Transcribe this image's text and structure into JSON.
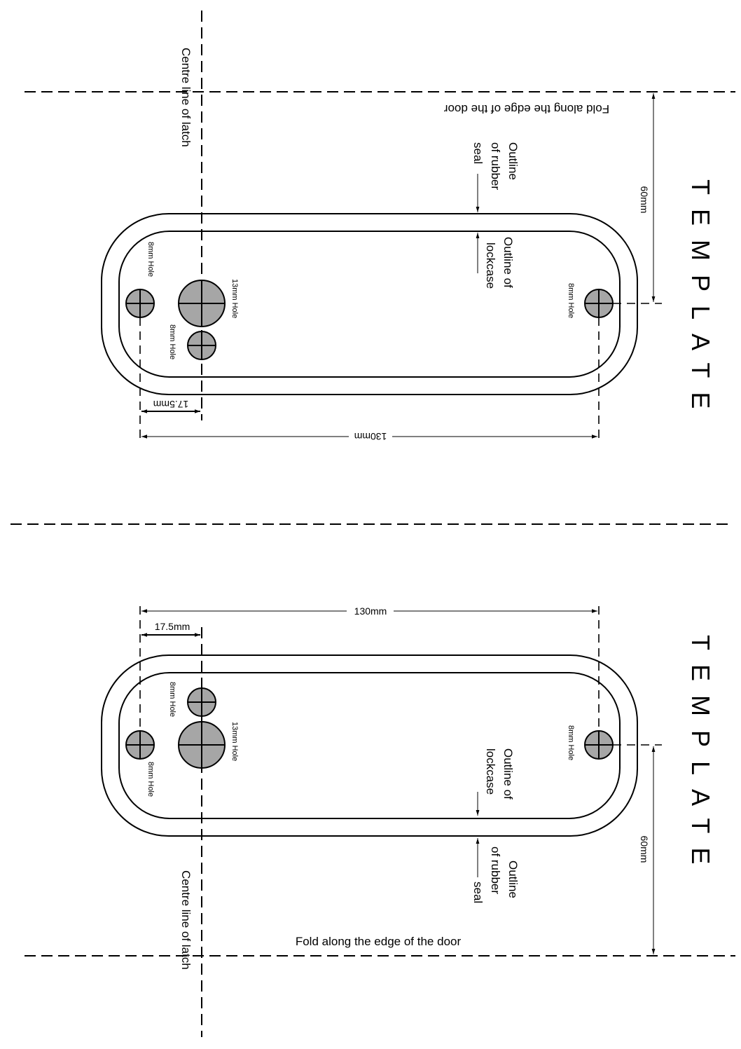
{
  "title": "TEMPLATE",
  "labels": {
    "centre_line": "Centre line of latch",
    "fold_line": "Fold along the edge of the door",
    "rubber_seal": [
      "Outline",
      "of rubber",
      "seal"
    ],
    "lockcase": [
      "Outline of",
      "lockcase"
    ],
    "hole_8mm": "8mm Hole",
    "hole_13mm": "13mm Hole"
  },
  "dimensions": {
    "overall_width": "130mm",
    "backset": "17.5mm",
    "height": "60mm"
  },
  "templates": [
    {
      "name": "top-template",
      "orientation": "inverted"
    },
    {
      "name": "bottom-template",
      "orientation": "upright"
    }
  ],
  "colors": {
    "hole_fill": "#a6a6a6",
    "line": "#000000",
    "background": "#ffffff"
  }
}
